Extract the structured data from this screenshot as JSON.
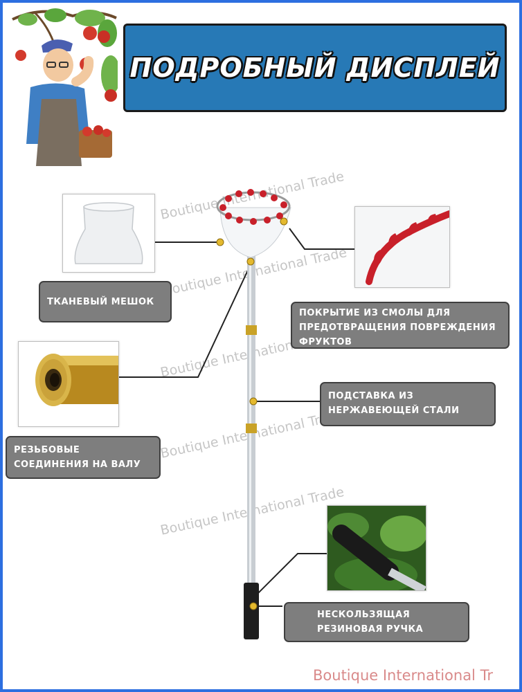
{
  "header": {
    "title": "ПОДРОБНЫЙ ДИСПЛЕЙ"
  },
  "labels": {
    "bag": "ТКАНЕВЫЙ МЕШОК",
    "resin": "ПОКРЫТИЕ ИЗ СМОЛЫ ДЛЯ ПРЕДОТВРАЩЕНИЯ ПОВРЕЖДЕНИЯ ФРУКТОВ",
    "threads": "РЕЗЬБОВЫЕ СОЕДИНЕНИЯ НА ВАЛУ",
    "stand": "ПОДСТАВКА ИЗ НЕРЖАВЕЮЩЕЙ СТАЛИ",
    "handle": "НЕСКОЛЬЗЯЩАЯ РЕЗИНОВАЯ РУЧКА"
  },
  "watermark": {
    "text": "Boutique International Trade",
    "footer": "Boutique International Tr"
  },
  "colors": {
    "frame": "#2d6fe0",
    "banner": "#2779b6",
    "label_bg": "#7e7e7e",
    "resin_red": "#c8202a",
    "brass": "#c9a227"
  },
  "icons": {
    "farmer": "farmer-picking-apples-illustration",
    "bag_photo": "fabric-bag-photo",
    "resin_photo": "resin-coated-claws-photo",
    "thread_photo": "threaded-brass-connector-photo",
    "handle_photo": "rubber-handle-photo"
  }
}
